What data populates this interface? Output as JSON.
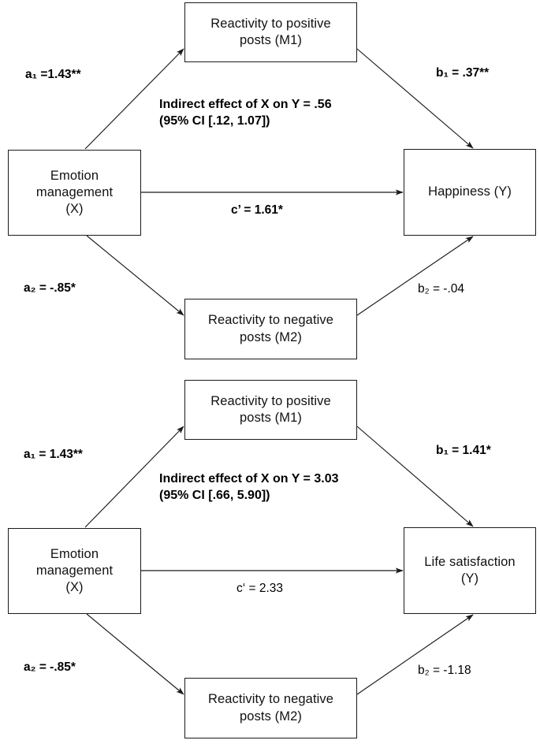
{
  "figure": {
    "type": "parallel-mediation-path-diagram",
    "panel_count": 2,
    "line_color": "#1a1a1a",
    "background": "#ffffff"
  },
  "panels": [
    {
      "id": "panel-happiness",
      "nodes": {
        "mediator1": "Reactivity to positive\nposts (M1)",
        "predictor": "Emotion\nmanagement\n(X)",
        "outcome": "Happiness (Y)",
        "mediator2": "Reactivity to negative\nposts (M2)"
      },
      "paths": {
        "a1": "a₁ =1.43**",
        "a1_bold": true,
        "b1": "b₁ = .37**",
        "b1_bold": true,
        "a2": "a₂ = -.85*",
        "a2_bold": true,
        "b2": "b₂ = -.04",
        "b2_bold": false,
        "c_prime": "c’ = 1.61*",
        "c_prime_bold": true
      },
      "effect": "Indirect effect of X on Y = .56\n(95% CI [.12, 1.07])"
    },
    {
      "id": "panel-life-satisfaction",
      "nodes": {
        "mediator1": "Reactivity to positive\nposts (M1)",
        "predictor": "Emotion\nmanagement\n(X)",
        "outcome": "Life satisfaction\n(Y)",
        "mediator2": "Reactivity to negative\nposts (M2)"
      },
      "paths": {
        "a1": "a₁ = 1.43**",
        "a1_bold": true,
        "b1": "b₁ = 1.41*",
        "b1_bold": true,
        "a2": "a₂ = -.85*",
        "a2_bold": true,
        "b2": "b₂ = -1.18",
        "b2_bold": false,
        "c_prime": "c‘ = 2.33",
        "c_prime_bold": false
      },
      "effect": "Indirect effect of X on Y = 3.03\n(95% CI [.66, 5.90])"
    }
  ],
  "chart_data": {
    "type": "diagram",
    "title": "",
    "models": [
      {
        "outcome": "Happiness (Y)",
        "predictor": "Emotion management (X)",
        "mediators": [
          "Reactivity to positive posts (M1)",
          "Reactivity to negative posts (M2)"
        ],
        "coefficients": {
          "a1": 1.43,
          "a1_sig": "**",
          "a2": -0.85,
          "a2_sig": "*",
          "b1": 0.37,
          "b1_sig": "**",
          "b2": -0.04,
          "b2_sig": "",
          "c_prime": 1.61,
          "c_prime_sig": "*"
        },
        "indirect_effect": 0.56,
        "ci_level": "95%",
        "ci_lower": 0.12,
        "ci_upper": 1.07
      },
      {
        "outcome": "Life satisfaction (Y)",
        "predictor": "Emotion management (X)",
        "mediators": [
          "Reactivity to positive posts (M1)",
          "Reactivity to negative posts (M2)"
        ],
        "coefficients": {
          "a1": 1.43,
          "a1_sig": "**",
          "a2": -0.85,
          "a2_sig": "*",
          "b1": 1.41,
          "b1_sig": "*",
          "b2": -1.18,
          "b2_sig": "",
          "c_prime": 2.33,
          "c_prime_sig": ""
        },
        "indirect_effect": 3.03,
        "ci_level": "95%",
        "ci_lower": 0.66,
        "ci_upper": 5.9
      }
    ]
  }
}
